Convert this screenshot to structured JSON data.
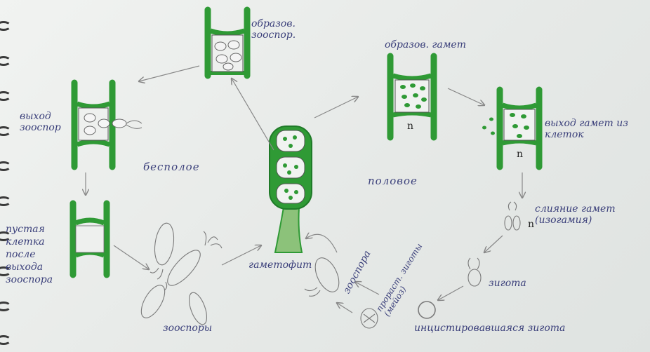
{
  "labels": {
    "form_zoospores": "образов. зооспор.",
    "exit_zoospores": "выход зооспор",
    "asexual": "бесполое",
    "empty_cell": "пустая клетка после выхода зооспора",
    "zoospores": "зооспоры",
    "gametophyte": "гаметофит",
    "form_gametes": "образов. гамет",
    "sexual": "половое",
    "exit_gametes": "выход гамет из клеток",
    "fusion_gametes": "слияние гамет (изогамия)",
    "zygote": "зигота",
    "encysted_zygote": "инцистировавшаяся зигота",
    "zygote_sprouting": "прораст. зиготы (мейоз)",
    "zoospore_single": "зооспора",
    "ploidy_n": "n"
  },
  "colors": {
    "cell_wall_green": "#2f9a35",
    "cell_wall_dark": "#1f7a28",
    "pencil": "#777777",
    "ink_blue": "#3a3f7a"
  }
}
